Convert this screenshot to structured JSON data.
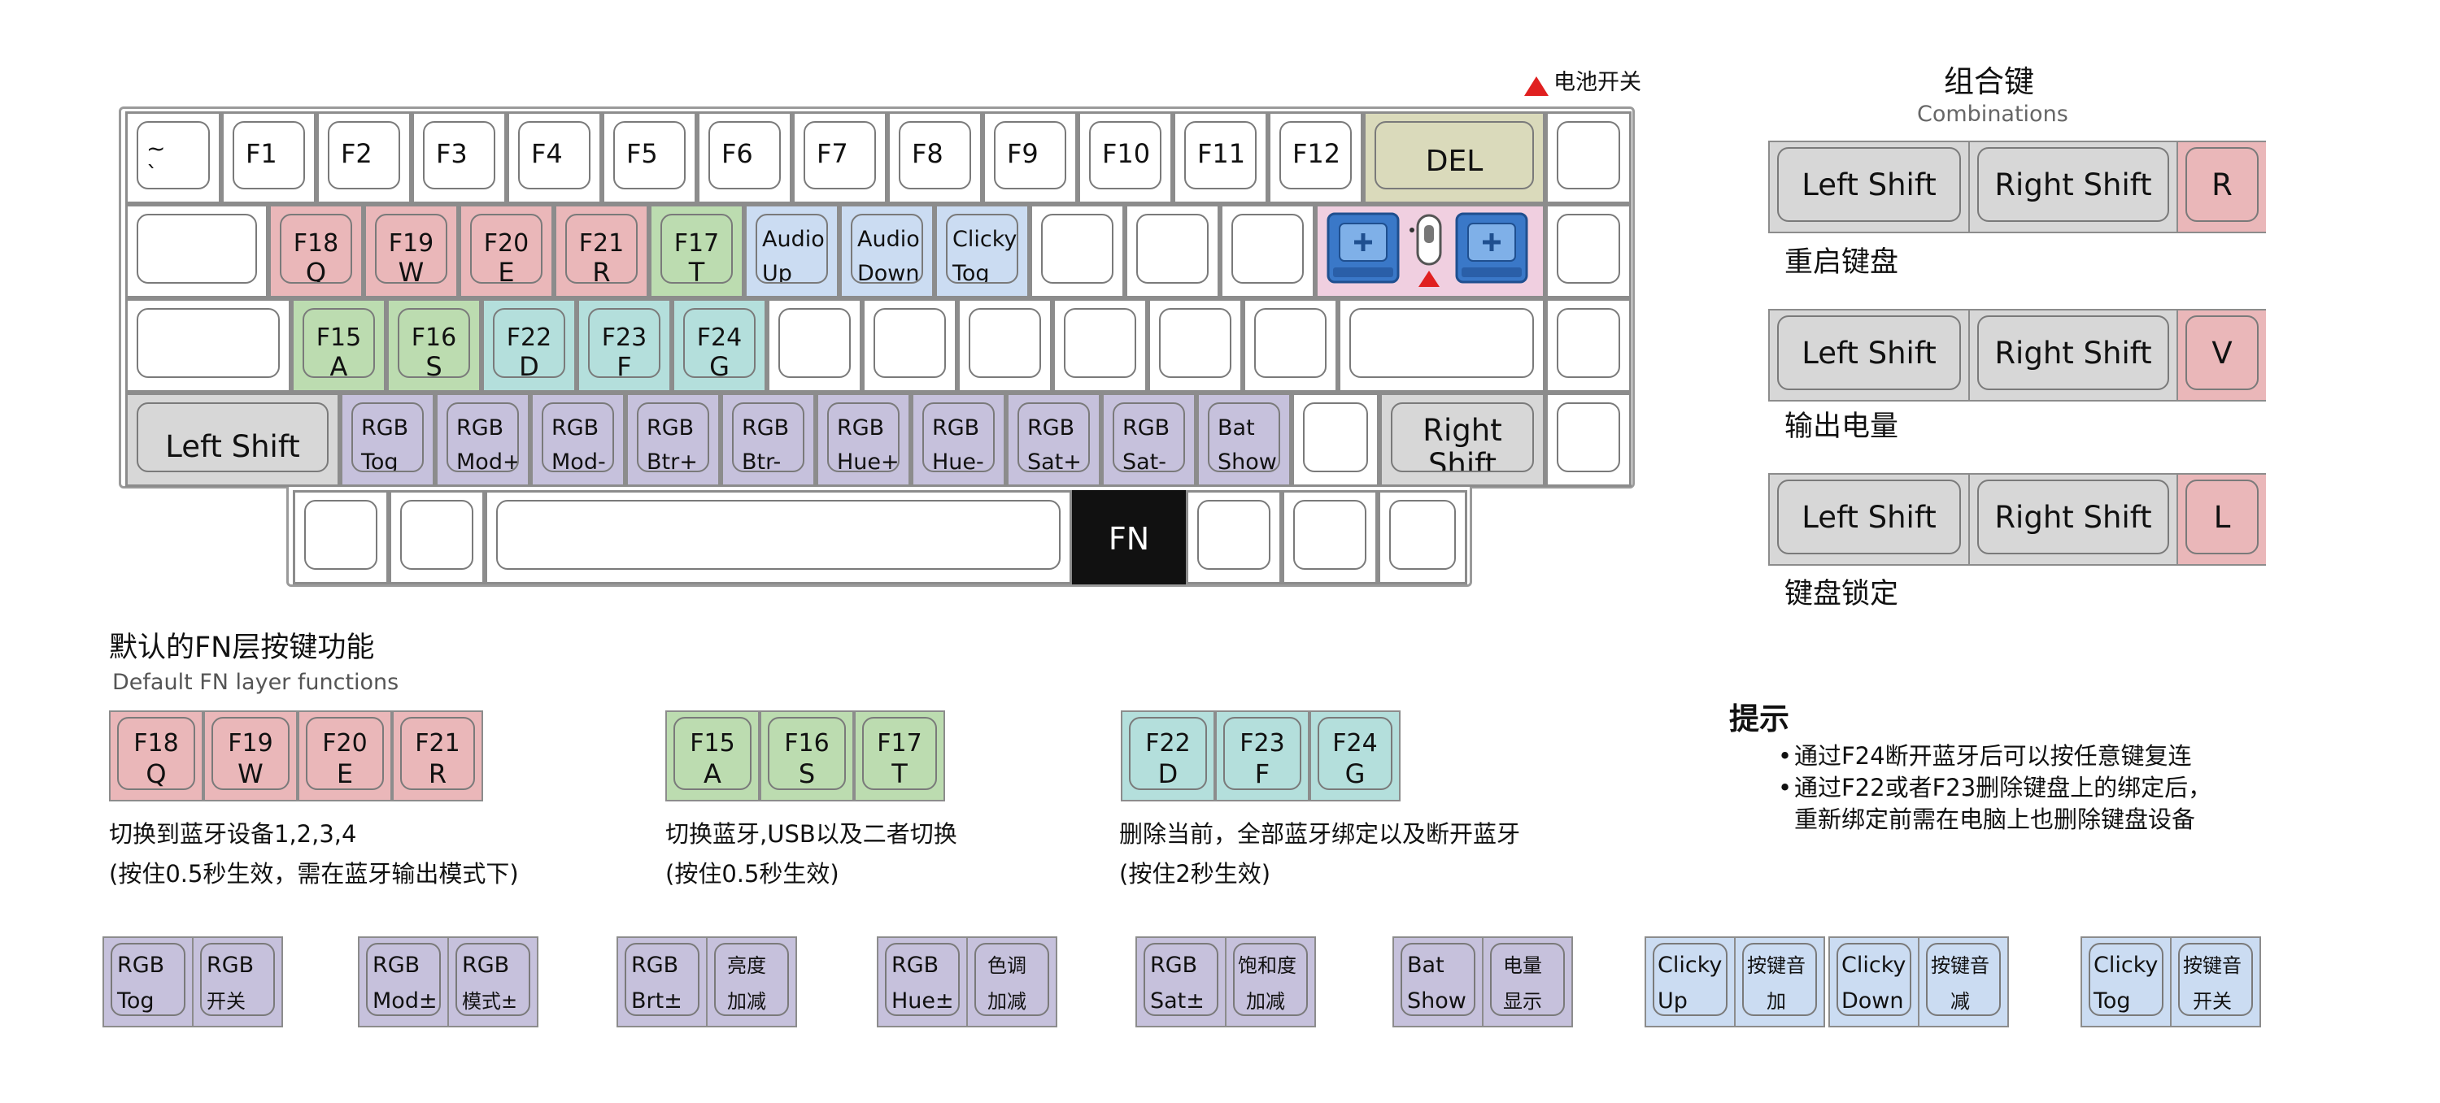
{
  "battery_switch_label": "电池开关",
  "combinations": {
    "title": "组合键",
    "subtitle": "Combinations",
    "items": [
      {
        "keys": [
          "Left Shift",
          "Right Shift",
          "R"
        ],
        "description": "重启键盘"
      },
      {
        "keys": [
          "Left Shift",
          "Right Shift",
          "V"
        ],
        "description": "输出电量"
      },
      {
        "keys": [
          "Left Shift",
          "Right Shift",
          "L"
        ],
        "description": "键盘锁定"
      }
    ]
  },
  "keyboard": {
    "row1": [
      "~",
      "`",
      "F1",
      "F2",
      "F3",
      "F4",
      "F5",
      "F6",
      "F7",
      "F8",
      "F9",
      "F10",
      "F11",
      "F12",
      "DEL"
    ],
    "row2": [
      {
        "top": "F18",
        "bottom": "Q"
      },
      {
        "top": "F19",
        "bottom": "W"
      },
      {
        "top": "F20",
        "bottom": "E"
      },
      {
        "top": "F21",
        "bottom": "R"
      },
      {
        "top": "F17",
        "bottom": "T"
      },
      {
        "top": "Audio",
        "bottom": "Up"
      },
      {
        "top": "Audio",
        "bottom": "Down"
      },
      {
        "top": "Clicky",
        "bottom": "Tog"
      }
    ],
    "row3": [
      {
        "top": "F15",
        "bottom": "A"
      },
      {
        "top": "F16",
        "bottom": "S"
      },
      {
        "top": "F22",
        "bottom": "D"
      },
      {
        "top": "F23",
        "bottom": "F"
      },
      {
        "top": "F24",
        "bottom": "G"
      }
    ],
    "row4_left": "Left Shift",
    "row4": [
      {
        "top": "RGB",
        "bottom": "Tog"
      },
      {
        "top": "RGB",
        "bottom": "Mod+"
      },
      {
        "top": "RGB",
        "bottom": "Mod-"
      },
      {
        "top": "RGB",
        "bottom": "Btr+"
      },
      {
        "top": "RGB",
        "bottom": "Btr-"
      },
      {
        "top": "RGB",
        "bottom": "Hue+"
      },
      {
        "top": "RGB",
        "bottom": "Hue-"
      },
      {
        "top": "RGB",
        "bottom": "Sat+"
      },
      {
        "top": "RGB",
        "bottom": "Sat-"
      },
      {
        "top": "Bat",
        "bottom": "Show"
      }
    ],
    "row4_right": {
      "top": "Right",
      "bottom": "Shift"
    },
    "fn": "FN"
  },
  "fn_layer": {
    "title": "默认的FN层按键功能",
    "subtitle": "Default FN layer functions",
    "groups": [
      {
        "keys": [
          {
            "top": "F18",
            "bottom": "Q"
          },
          {
            "top": "F19",
            "bottom": "W"
          },
          {
            "top": "F20",
            "bottom": "E"
          },
          {
            "top": "F21",
            "bottom": "R"
          }
        ],
        "line1": "切换到蓝牙设备1,2,3,4",
        "line2": "(按住0.5秒生效，需在蓝牙输出模式下)"
      },
      {
        "keys": [
          {
            "top": "F15",
            "bottom": "A"
          },
          {
            "top": "F16",
            "bottom": "S"
          },
          {
            "top": "F17",
            "bottom": "T"
          }
        ],
        "line1": "切换蓝牙,USB以及二者切换",
        "line2": "(按住0.5秒生效)"
      },
      {
        "keys": [
          {
            "top": "F22",
            "bottom": "D"
          },
          {
            "top": "F23",
            "bottom": "F"
          },
          {
            "top": "F24",
            "bottom": "G"
          }
        ],
        "line1": "删除当前，全部蓝牙绑定以及断开蓝牙",
        "line2": "(按住2秒生效)"
      }
    ]
  },
  "tips": {
    "title": "提示",
    "items": [
      "通过F24断开蓝牙后可以按任意键复连",
      "通过F22或者F23删除键盘上的绑定后，",
      "重新绑定前需在电脑上也删除键盘设备"
    ]
  },
  "legend_pairs": [
    {
      "key": {
        "top": "RGB",
        "bottom": "Tog"
      },
      "desc": {
        "top": "RGB",
        "bottom": "开关"
      }
    },
    {
      "key": {
        "top": "RGB",
        "bottom": "Mod±"
      },
      "desc": {
        "top": "RGB",
        "bottom": "模式±"
      }
    },
    {
      "key": {
        "top": "RGB",
        "bottom": "Brt±"
      },
      "desc": {
        "top": "亮度",
        "bottom": "加减"
      }
    },
    {
      "key": {
        "top": "RGB",
        "bottom": "Hue±"
      },
      "desc": {
        "top": "色调",
        "bottom": "加减"
      }
    },
    {
      "key": {
        "top": "RGB",
        "bottom": "Sat±"
      },
      "desc": {
        "top": "饱和度",
        "bottom": "加减"
      }
    },
    {
      "key": {
        "top": "Bat",
        "bottom": "Show"
      },
      "desc": {
        "top": "电量",
        "bottom": "显示"
      }
    },
    {
      "key": {
        "top": "Clicky",
        "bottom": "Up"
      },
      "desc": {
        "top": "按键音",
        "bottom": "加"
      }
    },
    {
      "key": {
        "top": "Clicky",
        "bottom": "Down"
      },
      "desc": {
        "top": "按键音",
        "bottom": "减"
      }
    },
    {
      "key": {
        "top": "Clicky",
        "bottom": "Tog"
      },
      "desc": {
        "top": "按键音",
        "bottom": "开关"
      }
    }
  ],
  "colors": {
    "red": "#eab7b9",
    "green": "#bcdcb0",
    "teal": "#b4dfdc",
    "blue": "#cbdcf2",
    "purple": "#c6c1dc",
    "gray": "#d7d7d7",
    "olive": "#dadabb",
    "pink": "#f0cfe0",
    "black": "#111111",
    "switch_blue": "#3a78c8",
    "marker_red": "#e02020"
  },
  "icons": [
    "battery-switch-icon",
    "warning-triangle-icon"
  ]
}
